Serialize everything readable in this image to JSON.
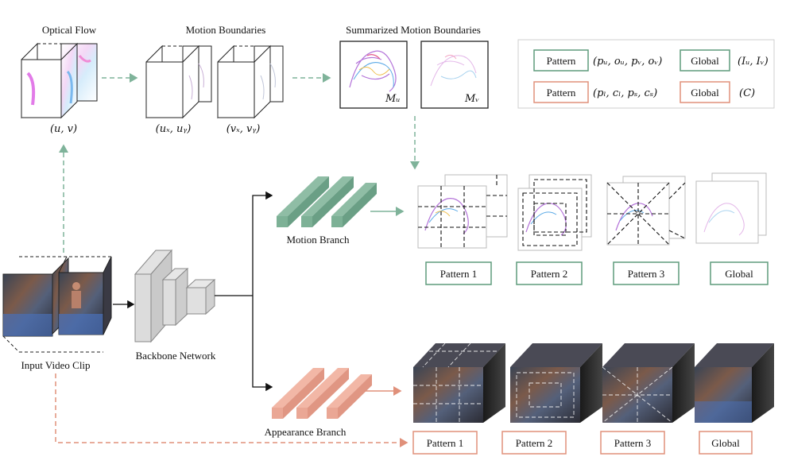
{
  "top": {
    "optical_flow": {
      "title": "Optical Flow",
      "var": "(u, v)"
    },
    "motion_boundaries": {
      "title": "Motion Boundaries",
      "var_u": "(uₓ, uᵧ)",
      "var_v": "(vₓ, vᵧ)"
    },
    "summarized": {
      "title": "Summarized Motion Boundaries",
      "mu": "Mᵤ",
      "mv": "Mᵥ"
    }
  },
  "legend": {
    "row1": {
      "pattern_label": "Pattern",
      "pattern_math": "(pᵤ, oᵤ, pᵥ, oᵥ)",
      "global_label": "Global",
      "global_math": "(Iᵤ, Iᵥ)",
      "color": "#5e9b7c"
    },
    "row2": {
      "pattern_label": "Pattern",
      "pattern_math": "(pₗ, cₗ, pₛ, cₛ)",
      "global_label": "Global",
      "global_math": "(C)",
      "color": "#e0907a"
    }
  },
  "input_clip": {
    "label": "Input Video Clip"
  },
  "backbone": {
    "label": "Backbone Network"
  },
  "motion_branch": {
    "label": "Motion Branch",
    "color": "#6aa287",
    "boxes": [
      "Pattern 1",
      "Pattern 2",
      "Pattern 3",
      "Global"
    ]
  },
  "appearance_branch": {
    "label": "Appearance Branch",
    "color": "#e7a08c",
    "boxes": [
      "Pattern 1",
      "Pattern 2",
      "Pattern 3",
      "Global"
    ]
  },
  "colors": {
    "green": "#5e9b7c",
    "salmon": "#e0907a",
    "arrow_green": "#7fb39a",
    "arrow_salmon": "#e0907a"
  }
}
